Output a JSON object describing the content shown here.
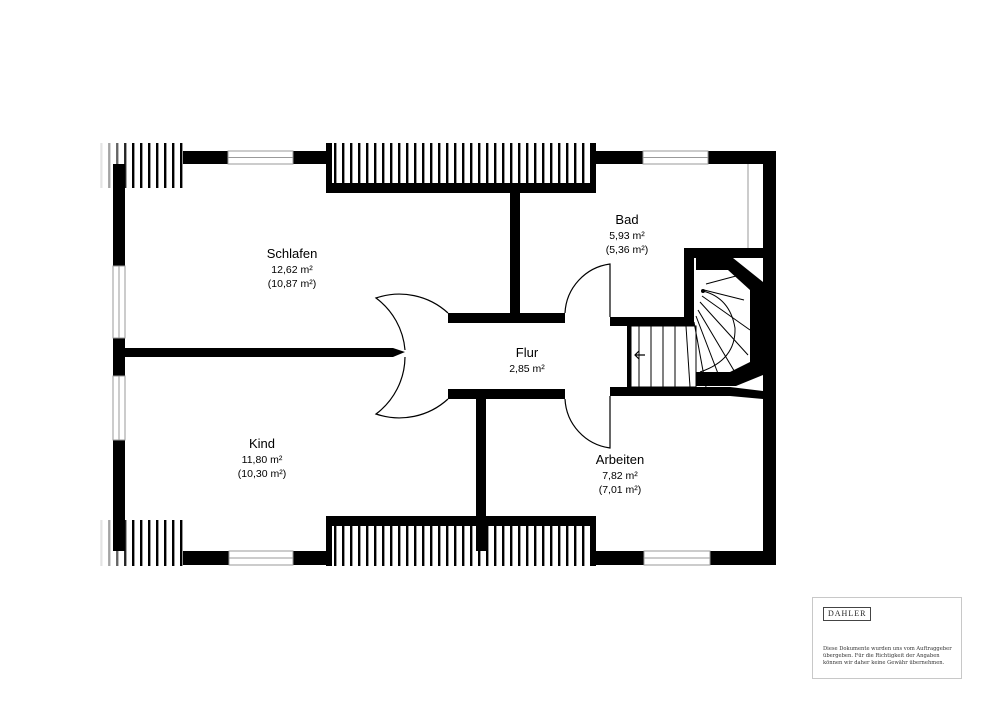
{
  "rooms": [
    {
      "name": "Schlafen",
      "area": "12,62 m²",
      "area_net": "(10,87 m²)"
    },
    {
      "name": "Bad",
      "area": "5,93 m²",
      "area_net": "(5,36 m²)"
    },
    {
      "name": "Flur",
      "area": "2,85 m²",
      "area_net": ""
    },
    {
      "name": "Kind",
      "area": "11,80 m²",
      "area_net": "(10,30 m²)"
    },
    {
      "name": "Arbeiten",
      "area": "7,82 m²",
      "area_net": "(7,01 m²)"
    }
  ],
  "notice": {
    "logo": "DAHLER",
    "text": "Diese Dokumente wurden uns vom Auftraggeber übergeben. Für die Richtigkeit der Angaben können wir daher keine Gewähr übernehmen."
  },
  "colors": {
    "wall": "#000000",
    "window_line": "#9a9a9a",
    "background": "#ffffff"
  }
}
